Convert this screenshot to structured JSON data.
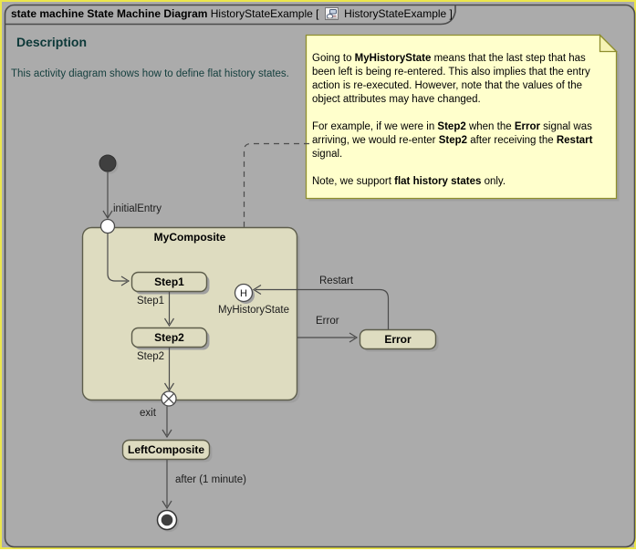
{
  "window": {
    "header": {
      "title_bold": "state machine State Machine Diagram",
      "title_name": "HistoryStateExample [",
      "title_name_end": "HistoryStateExample ]",
      "icon": "state-machine-diagram-icon"
    }
  },
  "description": {
    "heading": "Description",
    "text": "This activity diagram shows how to define flat history states."
  },
  "note": {
    "paragraphs": [
      [
        {
          "t": "Going to "
        },
        {
          "t": "MyHistoryState",
          "b": true
        },
        {
          "t": " means that the last step that has been left is being re-entered. This also implies that the entry action is re-executed. However, note that the values of the object attributes may have changed."
        }
      ],
      [
        {
          "t": "For example, if we were in "
        },
        {
          "t": "Step2",
          "b": true
        },
        {
          "t": " when the "
        },
        {
          "t": "Error",
          "b": true
        },
        {
          "t": " signal was arriving, we would re-enter "
        },
        {
          "t": "Step2",
          "b": true
        },
        {
          "t": " after receiving the "
        },
        {
          "t": "Restart",
          "b": true
        },
        {
          "t": " signal."
        }
      ],
      [
        {
          "t": "Note, we support "
        },
        {
          "t": "flat history states",
          "b": true
        },
        {
          "t": " only."
        }
      ]
    ]
  },
  "diagram": {
    "composite_title": "MyComposite",
    "step1_title": "Step1",
    "step2_title": "Step2",
    "error_title": "Error",
    "left_composite_title": "LeftComposite",
    "history_symbol": "H",
    "history_label": "MyHistoryState",
    "labels": {
      "initial_entry": "initialEntry",
      "t_step1": "Step1",
      "t_step2": "Step2",
      "t_exit": "exit",
      "t_after": "after (1 minute)",
      "t_restart": "Restart",
      "t_error": "Error"
    }
  },
  "colors": {
    "state_fill": "#dedcc0",
    "state_border": "#5d5d4b",
    "note_fill": "#ffffcc",
    "note_border": "#8e8e2e",
    "line": "#4b4b4b",
    "shadow": "#9f9f9f",
    "description_text": "#0c3838",
    "canvas_edge": "#ece64b"
  }
}
